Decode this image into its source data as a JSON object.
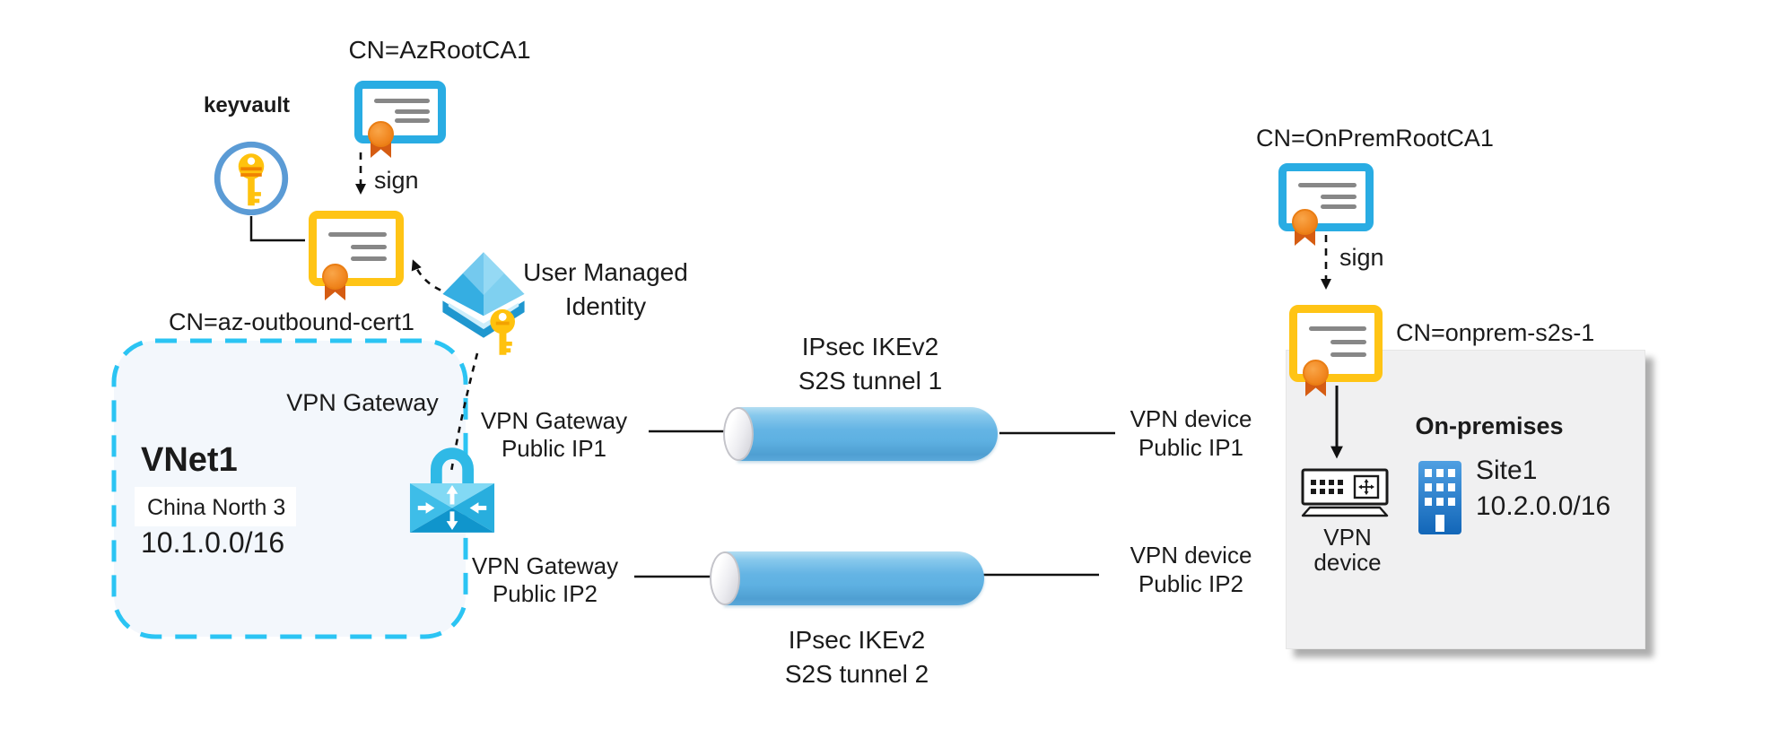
{
  "colors": {
    "ink": "#1b1b1b",
    "cert-blue": "#29ace3",
    "cert-yellow": "#ffc415",
    "ribbon-orange": "#f28a24",
    "ribbon-dark": "#d55c12",
    "cyan-dash": "#2bc4f3",
    "vnet-fill": "#f3f7fc",
    "lock-blue": "#2fb9e6",
    "tunnel-blue": "#5eb1e2",
    "key-yellow": "#ffc20e",
    "keyvault-ring": "#5b9bd5",
    "identity-blue": "#35aee2",
    "building-blue": "#2d7fd0",
    "onprem-gray": "#f0f0f1"
  },
  "azure": {
    "root_ca_title": "CN=AzRootCA1",
    "keyvault_label": "keyvault",
    "sign_label": "sign",
    "outbound_cert_title": "CN=az-outbound-cert1",
    "identity_line1": "User Managed",
    "identity_line2": "Identity",
    "vnet": {
      "gateway_label": "VPN Gateway",
      "name": "VNet1",
      "region": "China North 3",
      "address_space": "10.1.0.0/16"
    }
  },
  "tunnels": {
    "tunnel1": {
      "title_line1": "IPsec IKEv2",
      "title_line2": "S2S tunnel 1",
      "left_line1": "VPN Gateway",
      "left_line2": "Public IP1",
      "right_line1": "VPN device",
      "right_line2": "Public IP1"
    },
    "tunnel2": {
      "title_line1": "IPsec IKEv2",
      "title_line2": "S2S tunnel 2",
      "left_line1": "VPN Gateway",
      "left_line2": "Public IP2",
      "right_line1": "VPN device",
      "right_line2": "Public IP2"
    }
  },
  "onprem": {
    "root_ca_title": "CN=OnPremRootCA1",
    "sign_label": "sign",
    "s2s_cert_title": "CN=onprem-s2s-1",
    "box_title": "On-premises",
    "device_line1": "VPN",
    "device_line2": "device",
    "site_name": "Site1",
    "site_address_space": "10.2.0.0/16"
  }
}
